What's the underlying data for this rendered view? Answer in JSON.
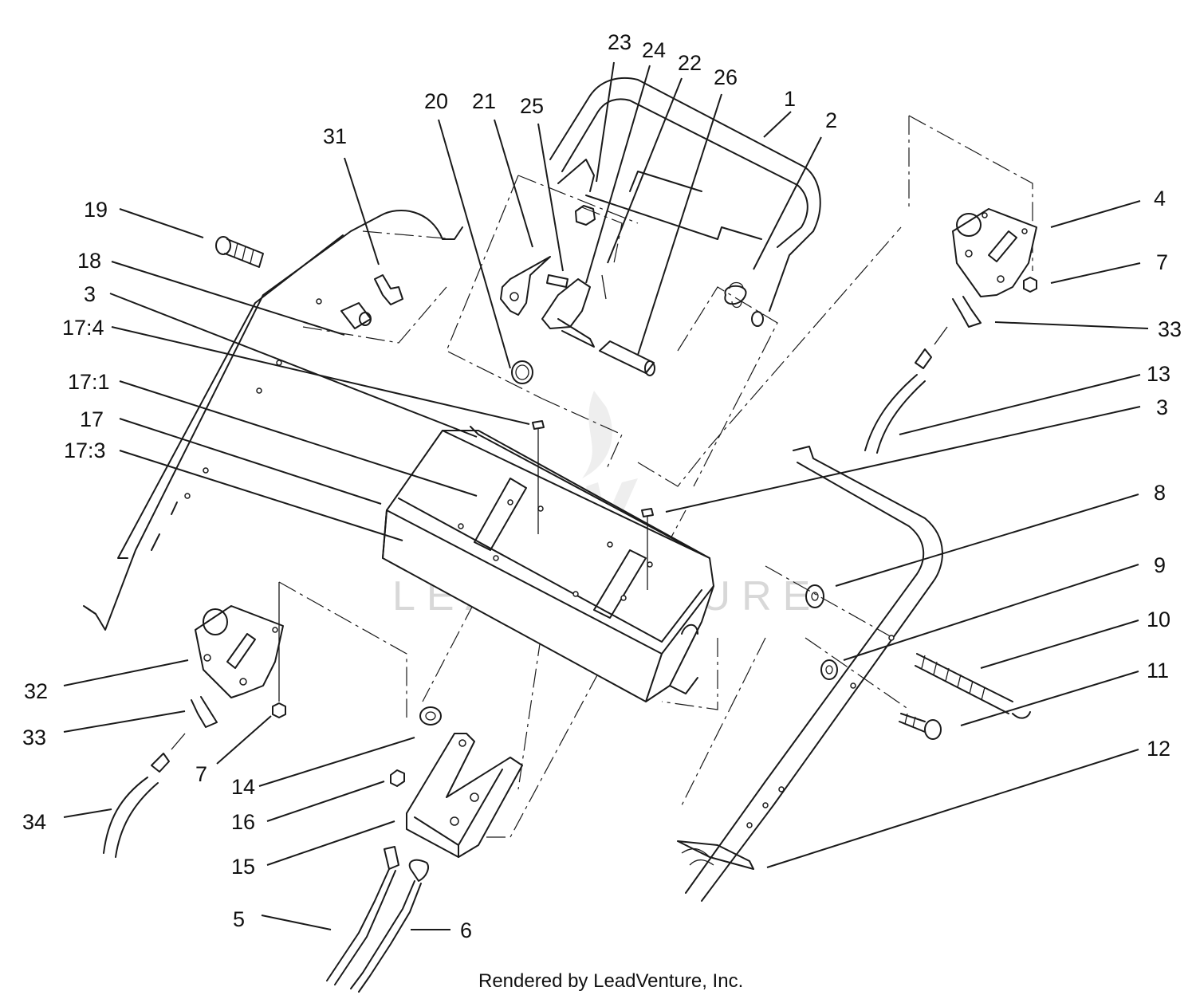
{
  "diagram": {
    "callouts": [
      {
        "id": "c1",
        "label": "1"
      },
      {
        "id": "c2",
        "label": "2"
      },
      {
        "id": "c3a",
        "label": "3"
      },
      {
        "id": "c3b",
        "label": "3"
      },
      {
        "id": "c4",
        "label": "4"
      },
      {
        "id": "c5",
        "label": "5"
      },
      {
        "id": "c6",
        "label": "6"
      },
      {
        "id": "c7a",
        "label": "7"
      },
      {
        "id": "c7b",
        "label": "7"
      },
      {
        "id": "c8",
        "label": "8"
      },
      {
        "id": "c9",
        "label": "9"
      },
      {
        "id": "c10",
        "label": "10"
      },
      {
        "id": "c11",
        "label": "11"
      },
      {
        "id": "c12",
        "label": "12"
      },
      {
        "id": "c13",
        "label": "13"
      },
      {
        "id": "c14",
        "label": "14"
      },
      {
        "id": "c15",
        "label": "15"
      },
      {
        "id": "c16",
        "label": "16"
      },
      {
        "id": "c17",
        "label": "17"
      },
      {
        "id": "c17_1",
        "label": "17:1"
      },
      {
        "id": "c17_3",
        "label": "17:3"
      },
      {
        "id": "c17_4",
        "label": "17:4"
      },
      {
        "id": "c18",
        "label": "18"
      },
      {
        "id": "c19",
        "label": "19"
      },
      {
        "id": "c20",
        "label": "20"
      },
      {
        "id": "c21",
        "label": "21"
      },
      {
        "id": "c22",
        "label": "22"
      },
      {
        "id": "c23",
        "label": "23"
      },
      {
        "id": "c24",
        "label": "24"
      },
      {
        "id": "c25",
        "label": "25"
      },
      {
        "id": "c26",
        "label": "26"
      },
      {
        "id": "c31",
        "label": "31"
      },
      {
        "id": "c32",
        "label": "32"
      },
      {
        "id": "c33a",
        "label": "33"
      },
      {
        "id": "c33b",
        "label": "33"
      },
      {
        "id": "c34",
        "label": "34"
      }
    ],
    "watermark": "LEADVENTURE",
    "footer": "Rendered by LeadVenture, Inc."
  }
}
